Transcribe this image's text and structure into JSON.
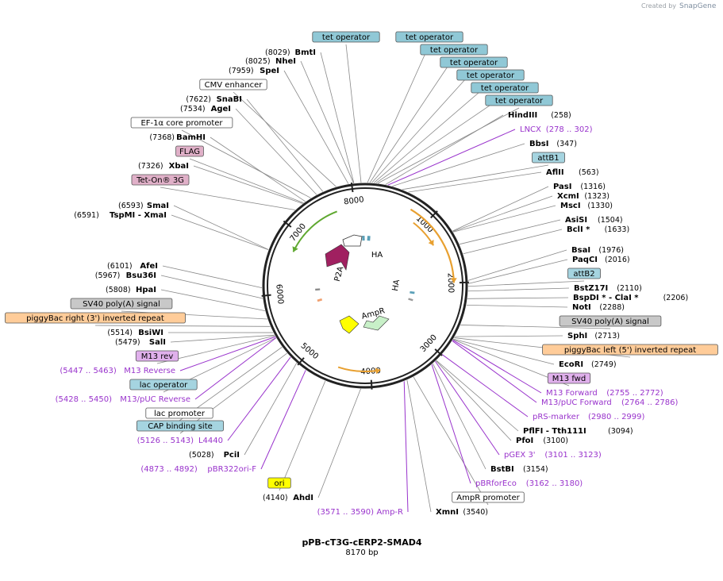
{
  "credit": {
    "created_by": "Created by",
    "brand": "SnapGene"
  },
  "plasmid": {
    "name": "pPB-cT3G-cERP2-SMAD4",
    "length": "8170 bp",
    "bp": 8170
  },
  "ticks": [
    "1000",
    "2000",
    "3000",
    "4000",
    "5000",
    "6000",
    "7000",
    "8000"
  ],
  "feature_labels": {
    "ha_1": "HA",
    "ha_2": "HA",
    "p2a": "P2A",
    "ampr": "AmpR"
  },
  "colors": {
    "tet_operator": "#90c8d6",
    "feature_box_blue": "#a5d4e0",
    "flag": "#e0b0c8",
    "piggybac": "#ffcc99",
    "sv40": "#c8c8c8",
    "m13": "#e0b0ec",
    "ori": "#ffff00",
    "primer": "#9933cc",
    "orange_arrow": "#e8a030",
    "green_arrow": "#5fa830",
    "p2a_arrow": "#a02060",
    "ampr_arrow": "#c8f0c8",
    "ori_arrow": "#ffff00"
  },
  "annotations": [
    {
      "kind": "box",
      "text": "tet operator",
      "color": "#90c8d6"
    },
    {
      "kind": "box",
      "text": "tet operator",
      "color": "#90c8d6"
    },
    {
      "kind": "box",
      "text": "tet operator",
      "color": "#90c8d6"
    },
    {
      "kind": "box",
      "text": "tet operator",
      "color": "#90c8d6"
    },
    {
      "kind": "box",
      "text": "tet operator",
      "color": "#90c8d6"
    },
    {
      "kind": "box",
      "text": "tet operator",
      "color": "#90c8d6"
    },
    {
      "kind": "box",
      "text": "tet operator",
      "color": "#90c8d6"
    },
    {
      "kind": "enzyme",
      "pos": "(8029)",
      "name": "BmtI"
    },
    {
      "kind": "enzyme",
      "pos": "(8025)",
      "name": "NheI"
    },
    {
      "kind": "enzyme",
      "pos": "(7959)",
      "name": "SpeI"
    },
    {
      "kind": "box",
      "text": "CMV enhancer",
      "color": "#ffffff"
    },
    {
      "kind": "enzyme",
      "pos": "(7622)",
      "name": "SnaBI"
    },
    {
      "kind": "enzyme",
      "pos": "(7534)",
      "name": "AgeI"
    },
    {
      "kind": "box",
      "text": "EF-1α core promoter",
      "color": "#ffffff"
    },
    {
      "kind": "enzyme",
      "pos": "(7368)",
      "name": "BamHI"
    },
    {
      "kind": "box",
      "text": "FLAG",
      "color": "#e0b0c8"
    },
    {
      "kind": "enzyme",
      "pos": "(7326)",
      "name": "XbaI"
    },
    {
      "kind": "box",
      "text": "Tet-On® 3G",
      "color": "#e0b0c8"
    },
    {
      "kind": "enzyme",
      "pos": "(6593)",
      "name": "SmaI"
    },
    {
      "kind": "enzyme",
      "pos": "(6591)",
      "name": "TspMI - XmaI"
    },
    {
      "kind": "enzyme",
      "pos": "(6101)",
      "name": "AfeI"
    },
    {
      "kind": "enzyme",
      "pos": "(5967)",
      "name": "Bsu36I"
    },
    {
      "kind": "enzyme",
      "pos": "(5808)",
      "name": "HpaI"
    },
    {
      "kind": "box",
      "text": "SV40 poly(A) signal",
      "color": "#c8c8c8"
    },
    {
      "kind": "box",
      "text": "piggyBac right (3') inverted repeat",
      "color": "#ffcc99"
    },
    {
      "kind": "enzyme",
      "pos": "(5514)",
      "name": "BsiWI"
    },
    {
      "kind": "enzyme",
      "pos": "(5479)",
      "name": "SalI"
    },
    {
      "kind": "box",
      "text": "M13 rev",
      "color": "#e0b0ec"
    },
    {
      "kind": "primer",
      "pos": "(5447 .. 5463)",
      "name": "M13 Reverse"
    },
    {
      "kind": "box",
      "text": "lac operator",
      "color": "#a5d4e0"
    },
    {
      "kind": "primer",
      "pos": "(5428 .. 5450)",
      "name": "M13/pUC Reverse"
    },
    {
      "kind": "box",
      "text": "lac promoter",
      "color": "#ffffff"
    },
    {
      "kind": "box",
      "text": "CAP binding site",
      "color": "#a5d4e0"
    },
    {
      "kind": "primer",
      "pos": "(5126 .. 5143)",
      "name": "L4440"
    },
    {
      "kind": "enzyme",
      "pos": "(5028)",
      "name": "PciI"
    },
    {
      "kind": "primer",
      "pos": "(4873 .. 4892)",
      "name": "pBR322ori-F"
    },
    {
      "kind": "box",
      "text": "ori",
      "color": "#ffff00"
    },
    {
      "kind": "enzyme",
      "pos": "(4140)",
      "name": "AhdI"
    },
    {
      "kind": "primer",
      "pos": "(3571 .. 3590)",
      "name": "Amp-R"
    },
    {
      "kind": "enzyme",
      "name": "XmnI",
      "pos": "(3540)"
    },
    {
      "kind": "box",
      "text": "AmpR promoter",
      "color": "#ffffff"
    },
    {
      "kind": "primer",
      "name": "pBRforEco",
      "pos": "(3162 .. 3180)"
    },
    {
      "kind": "enzyme",
      "name": "BstBI",
      "pos": "(3154)"
    },
    {
      "kind": "primer",
      "name": "pGEX 3'",
      "pos": "(3101 .. 3123)"
    },
    {
      "kind": "enzyme",
      "name": "PfoI",
      "pos": "(3100)"
    },
    {
      "kind": "enzyme",
      "name": "PflFI - Tth111I",
      "pos": "(3094)"
    },
    {
      "kind": "primer",
      "name": "pRS-marker",
      "pos": "(2980 .. 2999)"
    },
    {
      "kind": "primer",
      "name": "M13/pUC Forward",
      "pos": "(2764 .. 2786)"
    },
    {
      "kind": "primer",
      "name": "M13 Forward",
      "pos": "(2755 .. 2772)"
    },
    {
      "kind": "box",
      "text": "M13 fwd",
      "color": "#e0b0ec"
    },
    {
      "kind": "enzyme",
      "name": "EcoRI",
      "pos": "(2749)"
    },
    {
      "kind": "box",
      "text": "piggyBac left (5') inverted repeat",
      "color": "#ffcc99"
    },
    {
      "kind": "enzyme",
      "name": "SphI",
      "pos": "(2713)"
    },
    {
      "kind": "box",
      "text": "SV40 poly(A) signal",
      "color": "#c8c8c8"
    },
    {
      "kind": "enzyme",
      "name": "NotI",
      "pos": "(2288)"
    },
    {
      "kind": "enzyme",
      "name": "BspDI * - ClaI *",
      "pos": "(2206)"
    },
    {
      "kind": "enzyme",
      "name": "BstZ17I",
      "pos": "(2110)"
    },
    {
      "kind": "box",
      "text": "attB2",
      "color": "#a5d4e0"
    },
    {
      "kind": "enzyme",
      "name": "PaqCI",
      "pos": "(2016)"
    },
    {
      "kind": "enzyme",
      "name": "BsaI",
      "pos": "(1976)"
    },
    {
      "kind": "enzyme",
      "name": "BclI *",
      "pos": "(1633)"
    },
    {
      "kind": "enzyme",
      "name": "AsiSI",
      "pos": "(1504)"
    },
    {
      "kind": "enzyme",
      "name": "MscI",
      "pos": "(1330)"
    },
    {
      "kind": "enzyme",
      "name": "XcmI",
      "pos": "(1323)"
    },
    {
      "kind": "enzyme",
      "name": "PasI",
      "pos": "(1316)"
    },
    {
      "kind": "enzyme",
      "name": "AflII",
      "pos": "(563)"
    },
    {
      "kind": "box",
      "text": "attB1",
      "color": "#a5d4e0"
    },
    {
      "kind": "enzyme",
      "name": "BbsI",
      "pos": "(347)"
    },
    {
      "kind": "primer",
      "name": "LNCX",
      "pos": "(278 .. 302)"
    },
    {
      "kind": "enzyme",
      "name": "HindIII",
      "pos": "(258)"
    }
  ]
}
